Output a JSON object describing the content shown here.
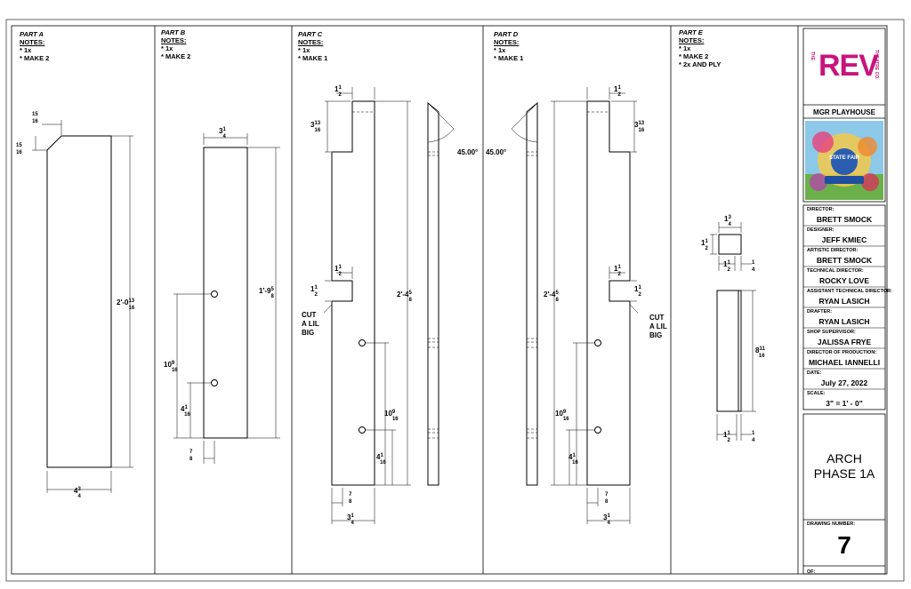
{
  "parts": [
    {
      "id": "A",
      "title": "PART A",
      "notes_label": "NOTES:",
      "notes": [
        "* 1x",
        "* MAKE 2"
      ]
    },
    {
      "id": "B",
      "title": "PART B",
      "notes_label": "NOTES:",
      "notes": [
        "* 1x",
        "* MAKE 2"
      ]
    },
    {
      "id": "C",
      "title": "PART C",
      "notes_label": "NOTES:",
      "notes": [
        "* 1x",
        "* MAKE 1"
      ]
    },
    {
      "id": "D",
      "title": "PART D",
      "notes_label": "NOTES:",
      "notes": [
        "* 1x",
        "* MAKE 1"
      ]
    },
    {
      "id": "E",
      "title": "PART E",
      "notes_label": "NOTES:",
      "notes": [
        "* 1x",
        "* MAKE 2",
        "* 2x AND PLY"
      ]
    }
  ],
  "dimensions": {
    "a_chamfer_w": {
      "whole": "",
      "num": "15",
      "den": "16"
    },
    "a_chamfer_h": {
      "whole": "",
      "num": "15",
      "den": "16"
    },
    "a_height": {
      "whole": "2'-0",
      "num": "13",
      "den": "16"
    },
    "a_width": {
      "whole": "4",
      "num": "3",
      "den": "4"
    },
    "b_width": {
      "whole": "3",
      "num": "1",
      "den": "4"
    },
    "b_height": {
      "whole": "1'-9",
      "num": "5",
      "den": "8"
    },
    "b_hole_upper": {
      "whole": "10",
      "num": "9",
      "den": "16"
    },
    "b_hole_lower": {
      "whole": "4",
      "num": "1",
      "den": "16"
    },
    "b_edge": {
      "whole": "",
      "num": "7",
      "den": "8"
    },
    "c_top_tab": {
      "whole": "1",
      "num": "1",
      "den": "2"
    },
    "c_top_drop": {
      "whole": "3",
      "num": "13",
      "den": "16"
    },
    "c_notch_w": {
      "whole": "1",
      "num": "1",
      "den": "2"
    },
    "c_notch_h": {
      "whole": "1",
      "num": "1",
      "den": "2"
    },
    "c_height": {
      "whole": "2'-4",
      "num": "5",
      "den": "8"
    },
    "c_hole_upper": {
      "whole": "10",
      "num": "9",
      "den": "16"
    },
    "c_hole_lower": {
      "whole": "4",
      "num": "1",
      "den": "16"
    },
    "c_edge": {
      "whole": "",
      "num": "7",
      "den": "8"
    },
    "c_width": {
      "whole": "3",
      "num": "1",
      "den": "4"
    },
    "d_top_tab": {
      "whole": "1",
      "num": "1",
      "den": "2"
    },
    "d_top_drop": {
      "whole": "3",
      "num": "13",
      "den": "16"
    },
    "d_notch_w": {
      "whole": "1",
      "num": "1",
      "den": "2"
    },
    "d_notch_h": {
      "whole": "1",
      "num": "1",
      "den": "2"
    },
    "d_height": {
      "whole": "2'-4",
      "num": "5",
      "den": "8"
    },
    "d_hole_upper": {
      "whole": "10",
      "num": "9",
      "den": "16"
    },
    "d_hole_lower": {
      "whole": "4",
      "num": "1",
      "den": "16"
    },
    "d_edge": {
      "whole": "",
      "num": "7",
      "den": "8"
    },
    "d_width": {
      "whole": "3",
      "num": "1",
      "den": "4"
    },
    "e_top_w": {
      "whole": "1",
      "num": "3",
      "den": "4"
    },
    "e_top_h": {
      "whole": "1",
      "num": "1",
      "den": "2"
    },
    "e_mid_a": {
      "whole": "1",
      "num": "1",
      "den": "2"
    },
    "e_mid_b": {
      "whole": "",
      "num": "1",
      "den": "4"
    },
    "e_height": {
      "whole": "8",
      "num": "11",
      "den": "16"
    },
    "e_bot_a": {
      "whole": "1",
      "num": "1",
      "den": "2"
    },
    "e_bot_b": {
      "whole": "",
      "num": "1",
      "den": "4"
    }
  },
  "angles": {
    "c": "45.00°",
    "d": "45.00°"
  },
  "callouts": {
    "c": [
      "CUT",
      "A LIL",
      "BIG"
    ],
    "d": [
      "CUT",
      "A LIL",
      "BIG"
    ]
  },
  "title_block": {
    "logo_main": "REV",
    "logo_left": "THE",
    "logo_right": "THEATRE CO.",
    "venue": "MGR PLAYHOUSE",
    "poster_text": "STATE FAIR",
    "credits": [
      {
        "label": "DIRECTOR:",
        "value": "BRETT SMOCK"
      },
      {
        "label": "DESIGNER:",
        "value": "JEFF KMIEC"
      },
      {
        "label": "ARTISTIC DIRECTOR:",
        "value": "BRETT SMOCK"
      },
      {
        "label": "TECHNICAL DIRECTOR:",
        "value": "ROCKY LOVE"
      },
      {
        "label": "ASSISTANT TECHNICAL DIRECTOR:",
        "value": "RYAN LASICH"
      },
      {
        "label": "DRAFTER:",
        "value": "RYAN LASICH"
      },
      {
        "label": "SHOP SUPERVISOR:",
        "value": "JALISSA FRYE"
      },
      {
        "label": "DIRECTOR OF PRODUCTION:",
        "value": "MICHAEL IANNELLI"
      },
      {
        "label": "DATE:",
        "value": "July 27, 2022"
      },
      {
        "label": "SCALE:",
        "value": "3\" = 1' - 0\""
      }
    ],
    "drawing_title": [
      "ARCH",
      "PHASE 1A"
    ],
    "drawing_number_label": "DRAWING NUMBER:",
    "drawing_number": "7",
    "of_label": "OF:"
  }
}
